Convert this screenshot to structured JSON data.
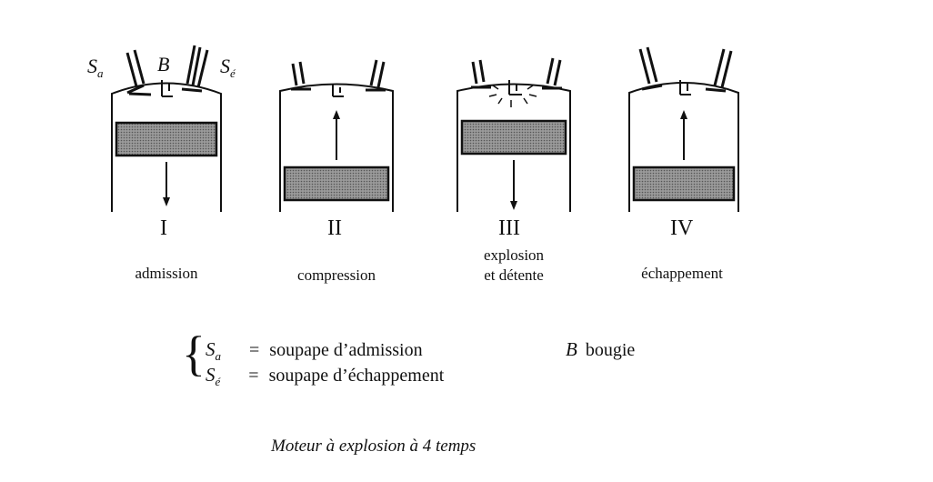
{
  "labels": {
    "valve_intake": {
      "main": "S",
      "sub": "a"
    },
    "valve_exhaust": {
      "main": "S",
      "sub": "é"
    },
    "spark_plug": "B"
  },
  "stages": [
    {
      "numeral": "I",
      "lines": [
        "admission"
      ]
    },
    {
      "numeral": "II",
      "lines": [
        "compression"
      ]
    },
    {
      "numeral": "III",
      "lines": [
        "explosion",
        "et détente"
      ]
    },
    {
      "numeral": "IV",
      "lines": [
        "échappement"
      ]
    }
  ],
  "legend": {
    "brace": "{",
    "rows": [
      {
        "symbol": "S",
        "sub": "a",
        "eq": "=",
        "text": "soupape d’admission"
      },
      {
        "symbol": "S",
        "sub": "é",
        "eq": "=",
        "text": "soupape d’échappement"
      }
    ],
    "extra_symbol": "B",
    "extra_text": "bougie"
  },
  "caption": "Moteur à explosion à 4 temps"
}
